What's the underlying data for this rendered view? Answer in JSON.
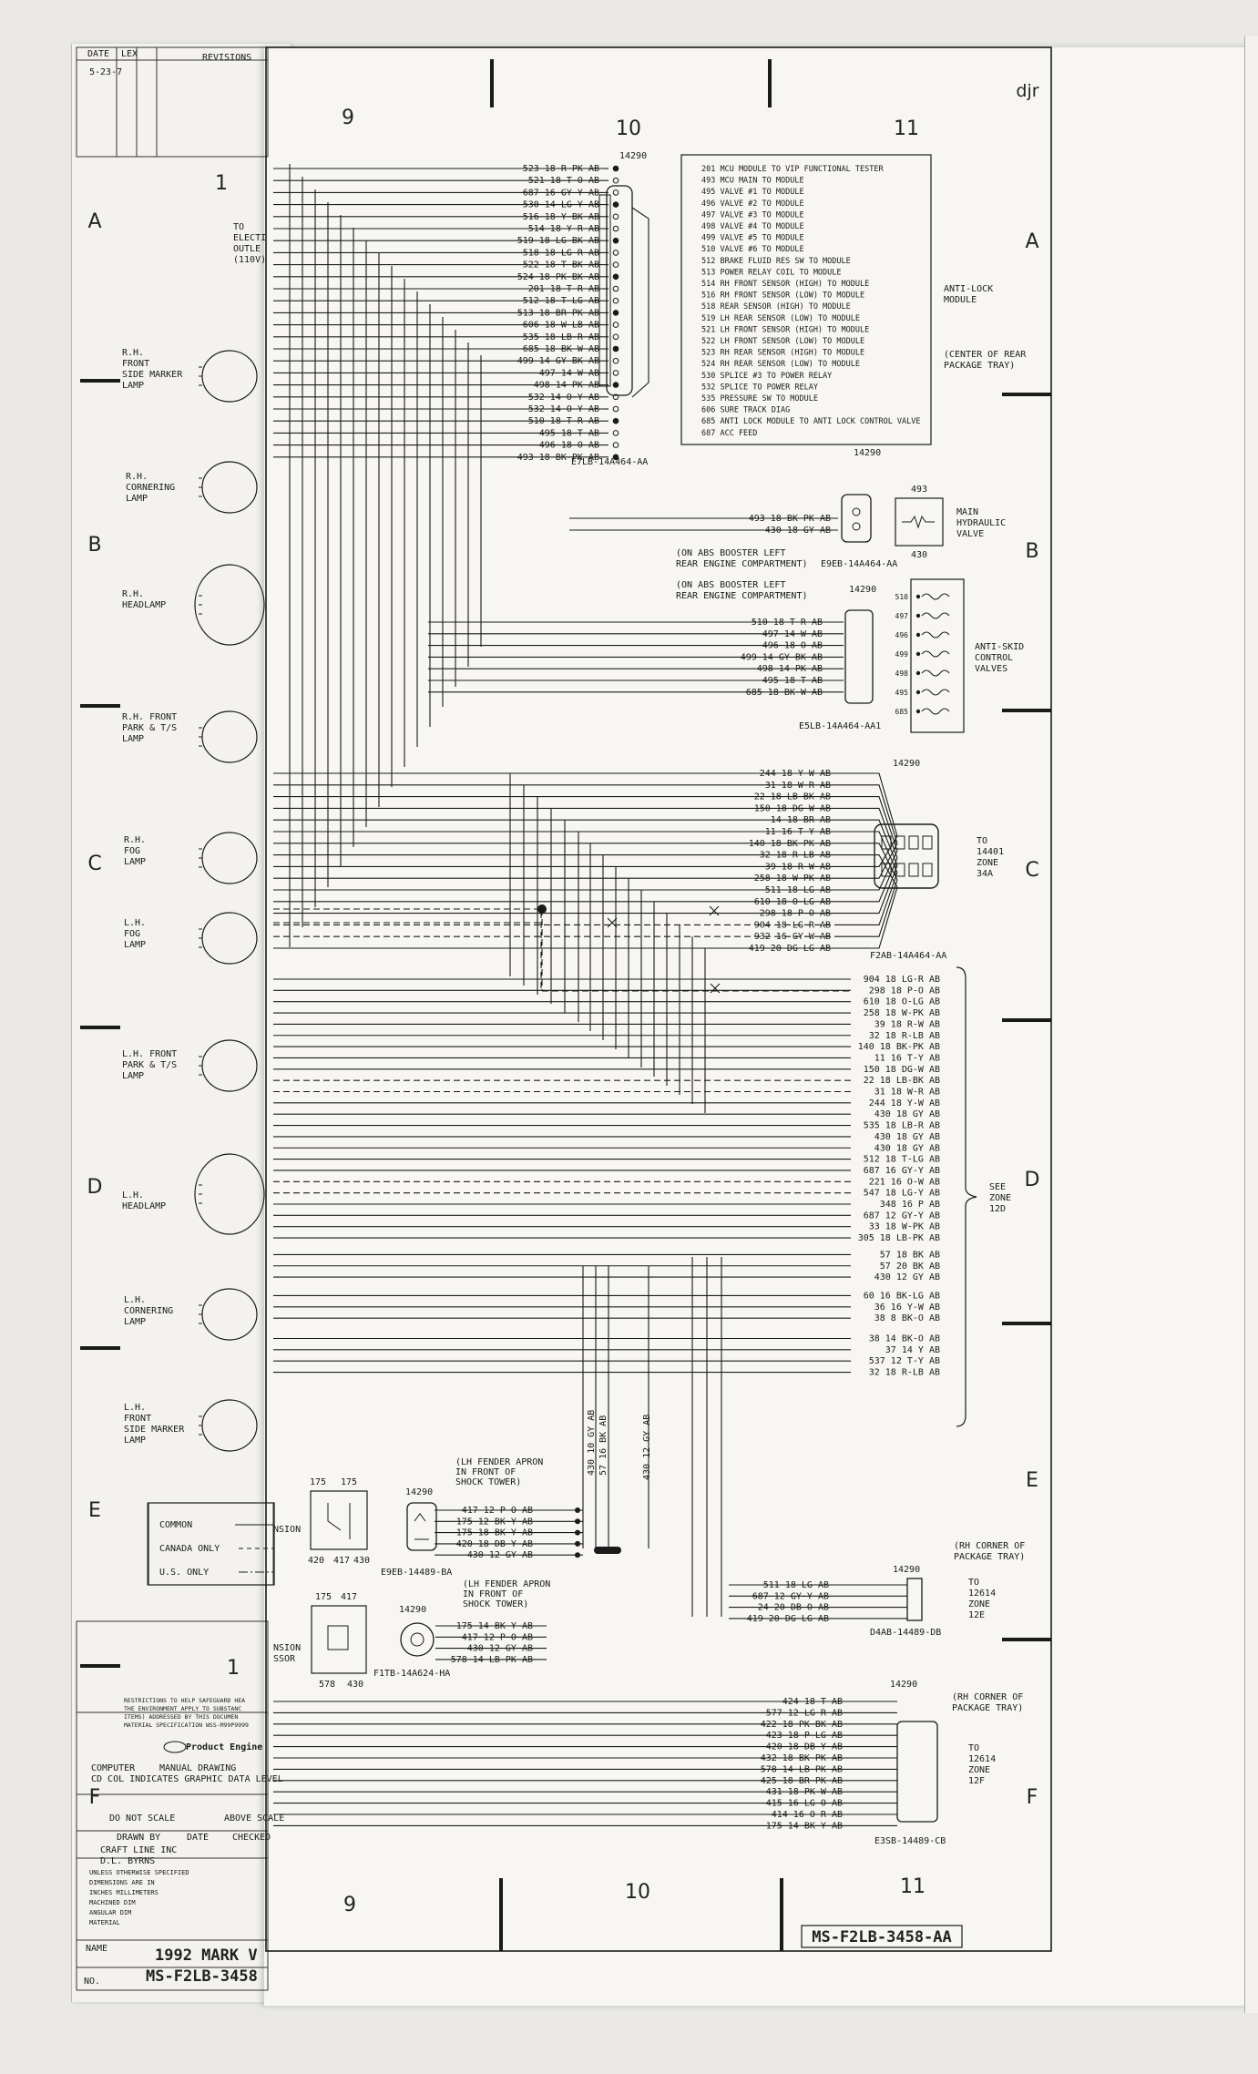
{
  "sheet": {
    "drawing_number": "MS-F2LB-3458-AA",
    "vehicle": "1992 MARK V",
    "under_drawing_number": "MS-F2LB-3458",
    "columns": [
      "9",
      "10",
      "11"
    ],
    "under_column": "1",
    "rows": [
      "A",
      "B",
      "C",
      "D",
      "E",
      "F"
    ]
  },
  "left_components": [
    {
      "label": "R.H. FRONT SIDE MARKER LAMP",
      "lines": [
        "R.H.",
        "FRONT",
        "SIDE MARKER",
        "LAMP"
      ]
    },
    {
      "label": "R.H. CORNERING LAMP",
      "lines": [
        "R.H.",
        "CORNERING",
        "LAMP"
      ]
    },
    {
      "label": "R.H. HEADLAMP",
      "lines": [
        "R.H.",
        "HEADLAMP"
      ]
    },
    {
      "label": "R.H. FRONT PARK & T/S LAMP",
      "lines": [
        "R.H. FRONT",
        "PARK & T/S",
        "LAMP"
      ]
    },
    {
      "label": "R.H. FOG LAMP",
      "lines": [
        "R.H.",
        "FOG",
        "LAMP"
      ]
    },
    {
      "label": "L.H. FOG LAMP",
      "lines": [
        "L.H.",
        "FOG",
        "LAMP"
      ]
    },
    {
      "label": "L.H. FRONT PARK & T/S LAMP",
      "lines": [
        "L.H. FRONT",
        "PARK & T/S",
        "LAMP"
      ]
    },
    {
      "label": "L.H. HEADLAMP",
      "lines": [
        "L.H.",
        "HEADLAMP"
      ]
    },
    {
      "label": "L.H. CORNERING LAMP",
      "lines": [
        "L.H.",
        "CORNERING",
        "LAMP"
      ]
    },
    {
      "label": "L.H. FRONT SIDE MARKER LAMP",
      "lines": [
        "L.H.",
        "FRONT",
        "SIDE MARKER",
        "LAMP"
      ]
    }
  ],
  "to_electric_outlet": [
    "TO",
    "ELECTI",
    "OUTLE",
    "(110V)"
  ],
  "legend": {
    "common": "COMMON",
    "canada": "CANADA ONLY",
    "us": "U.S. ONLY"
  },
  "module_connector": {
    "part": "14290",
    "name": "E7LB-14A464-AA",
    "wires": [
      "523 18 R-PK AB",
      "521 18 T-O AB",
      "687 16 GY-Y AB",
      "530 14 LG-Y AB",
      "516 18 Y-BK AB",
      "514 18 Y-R AB",
      "519 18 LG-BK AB",
      "518 18 LG-R AB",
      "522 18 T-BK AB",
      "524 18 PK-BK AB",
      "201 18 T-R AB",
      "512 18 T-LG AB",
      "513 18 BR-PK AB",
      "606 18 W-LB AB",
      "535 18 LB-R AB",
      "685 18 BK-W AB",
      "499 14 GY-BK AB",
      "497 14 W AB",
      "498 14 PK AB",
      "532 14 O-Y AB",
      "532 14 O-Y AB",
      "510 18 T-R AB",
      "495 18 T AB",
      "496 18 O AB",
      "493 18 BK-PK AB"
    ]
  },
  "circuit_table": [
    "201  MCU MODULE TO VIP FUNCTIONAL TESTER",
    "493  MCU MAIN TO MODULE",
    "495  VALVE #1 TO MODULE",
    "496  VALVE #2 TO MODULE",
    "497  VALVE #3 TO MODULE",
    "498  VALVE #4 TO MODULE",
    "499  VALVE #5 TO MODULE",
    "510  VALVE #6 TO MODULE",
    "512  BRAKE FLUID RES SW TO MODULE",
    "513  POWER RELAY COIL TO MODULE",
    "514  RH FRONT SENSOR (HIGH) TO MODULE",
    "516  RH FRONT SENSOR (LOW) TO MODULE",
    "518  REAR SENSOR (HIGH) TO MODULE",
    "519  LH REAR SENSOR (LOW) TO MODULE",
    "521  LH FRONT SENSOR (HIGH) TO MODULE",
    "522  LH FRONT SENSOR (LOW) TO MODULE",
    "523  RH REAR SENSOR (HIGH) TO MODULE",
    "524  RH REAR SENSOR (LOW) TO MODULE",
    "530  SPLICE #3 TO POWER RELAY",
    "532  SPLICE TO POWER RELAY",
    "535  PRESSURE SW TO MODULE",
    "606  SURE TRACK DIAG",
    "685  ANTI LOCK MODULE TO ANTI LOCK CONTROL VALVE",
    "687  ACC FEED"
  ],
  "anti_lock_module": {
    "lines": [
      "ANTI-LOCK",
      "MODULE"
    ],
    "location": [
      "(CENTER OF REAR",
      "PACKAGE TRAY)"
    ]
  },
  "hydraulic": {
    "part": "14290",
    "wires": [
      "493 18 BK-PK AB",
      "430 18 GY AB"
    ],
    "connector": "E9EB-14A464-AA",
    "pins": [
      "493",
      "430"
    ],
    "label": [
      "MAIN",
      "HYDRAULIC",
      "VALVE"
    ]
  },
  "abs_note": [
    "(ON ABS BOOSTER LEFT",
    "REAR ENGINE COMPARTMENT)"
  ],
  "abs_note2": [
    "(ON ABS BOOSTER LEFT",
    "REAR ENGINE COMPARTMENT)"
  ],
  "skid_valves": {
    "part": "14290",
    "wires": [
      "510 18 T-R AB",
      "497 14 W AB",
      "496 18 O AB",
      "499 14 GY-BK AB",
      "498 14 PK AB",
      "495 18 T AB",
      "685 18 BK-W AB"
    ],
    "connector": "E5LB-14A464-AA1",
    "pins": [
      "510",
      "497",
      "496",
      "499",
      "498",
      "495",
      "685"
    ],
    "label": [
      "ANTI-SKID",
      "CONTROL",
      "VALVES"
    ]
  },
  "c_connector": {
    "part": "14290",
    "wires": [
      "244 18 Y-W AB",
      "31 18 W-R AB",
      "22 18 LB-BK AB",
      "150 18 DG-W AB",
      "14 18 BR AB",
      "11 16 T-Y AB",
      "140 18 BK-PK AB",
      "32 18 R-LB AB",
      "39 18 R-W AB",
      "258 18 W-PK AB",
      "511 18 LG AB",
      "610 18 O-LG AB",
      "298 18 P-O AB",
      "904 18 LG-R AB",
      "932 16 GY-W AB",
      "419 20 DG-LG AB"
    ],
    "connector": "F2AB-14A464-AA",
    "label": [
      "TO",
      "14401",
      "ZONE",
      "34A"
    ]
  },
  "zone12d": {
    "wires": [
      "904 18 LG-R AB",
      "298 18 P-O AB",
      "610 18 O-LG AB",
      "258 18 W-PK AB",
      "39 18 R-W AB",
      "32 18 R-LB AB",
      "140 18 BK-PK AB",
      "11 16 T-Y AB",
      "150 18 DG-W AB",
      "22 18 LB-BK AB",
      "31 18 W-R AB",
      "244 18 Y-W AB",
      "430 18 GY AB",
      "535 18 LB-R AB",
      "430 18 GY AB",
      "430 18 GY AB",
      "512 18 T-LG AB",
      "687 16 GY-Y AB",
      "221 16 O-W AB",
      "547 18 LG-Y AB",
      "348 16 P AB",
      "687 12 GY-Y AB",
      "33 18 W-PK AB",
      "305 18 LB-PK AB",
      "57 18 BK AB",
      "57 20 BK AB",
      "430 12 GY AB",
      "60 16 BK-LG AB",
      "36 16 Y-W AB",
      "38 8 BK-O AB",
      "38 14 BK-O AB",
      "37 14 Y AB",
      "537 12 T-Y AB",
      "32 18 R-LB AB"
    ],
    "label": [
      "SEE",
      "ZONE",
      "12D"
    ]
  },
  "vertical_labels": [
    "430 10 GY AB",
    "57 16 BK AB",
    "430 12 GY AB"
  ],
  "fender_relays": {
    "note1": [
      "(LH FENDER APRON",
      "IN FRONT OF",
      "SHOCK TOWER)"
    ],
    "part1": "14290",
    "wires1": [
      "417 12 P-O AB",
      "175 12 BK-Y AB",
      "175 18 BK-Y AB",
      "420 18 DB-Y AB",
      "430 12 GY AB"
    ],
    "connector1": "E9EB-14489-BA",
    "note2": [
      "(LH FENDER APRON",
      "IN FRONT OF",
      "SHOCK TOWER)"
    ],
    "part2": "14290",
    "wires2": [
      "175 14 BK-Y AB",
      "417 12 P-O AB",
      "430 12 GY AB",
      "578 14 LB-PK AB"
    ],
    "connector2": "F1TB-14A624-HA",
    "pins_top": [
      "175",
      "175"
    ],
    "pins_bottom": [
      "420",
      "417",
      "430"
    ],
    "pins2_top": [
      "175",
      "417"
    ],
    "pins2_bottom": [
      "578",
      "430"
    ],
    "partial_labels": [
      "NSION",
      "NSION",
      "SSOR"
    ]
  },
  "zone12e": {
    "part": "14290",
    "note": [
      "(RH CORNER OF",
      "PACKAGE TRAY)"
    ],
    "wires": [
      "511 18 LG AB",
      "687 12 GY-Y AB",
      "24 20 DB-O AB",
      "419 20 DG-LG AB"
    ],
    "connector": "D4AB-14489-DB",
    "label": [
      "TO",
      "12614",
      "ZONE",
      "12E"
    ]
  },
  "zone12f": {
    "part": "14290",
    "note": [
      "(RH CORNER OF",
      "PACKAGE TRAY)"
    ],
    "wires": [
      "424 18 T AB",
      "577 12 LG-R AB",
      "422 18 PK-BK AB",
      "423 18 P-LG AB",
      "420 18 DB-Y AB",
      "432 18 BK-PK AB",
      "578 14 LB-PK AB",
      "425 18 BR-PK AB",
      "431 18 PK-W AB",
      "415 16 LG-O AB",
      "414 16 O-R AB",
      "175 14 BK-Y AB"
    ],
    "connector": "E3SB-14489-CB",
    "label": [
      "TO",
      "12614",
      "ZONE",
      "12F"
    ]
  },
  "title_block": {
    "restrictions": [
      "RESTRICTIONS TO HELP SAFEGUARD HEA",
      "THE ENVIRONMENT APPLY TO SUBSTANC",
      "ITEMS) ADDRESSED BY THIS DOCUMEN",
      "MATERIAL SPECIFICATION WSS-M99P9999"
    ],
    "company": "Product Engine",
    "computer": "COMPUTER",
    "manual": "MANUAL DRAWING",
    "cd_col": "CD COL INDICATES GRAPHIC DATA LEVEL",
    "do_not_scale": "DO NOT SCALE",
    "above_scale": "ABOVE SCALE",
    "drawn_by": "DRAWN BY",
    "date": "DATE",
    "checked": "CHECKED",
    "craft_line": "CRAFT LINE INC",
    "initials": "D.L. BYRNS",
    "unless": [
      "UNLESS OTHERWISE SPECIFIED",
      "DIMENSIONS ARE IN",
      "INCHES   MILLIMETERS",
      "MACHINED DIM",
      "ANGULAR DIM",
      "MATERIAL"
    ],
    "name_label": "NAME",
    "no_label": "NO.",
    "rev_header": [
      "DATE",
      "LEX",
      "REVISIONS"
    ],
    "date_entry": "5-23-7",
    "initials_mark": "djr"
  }
}
